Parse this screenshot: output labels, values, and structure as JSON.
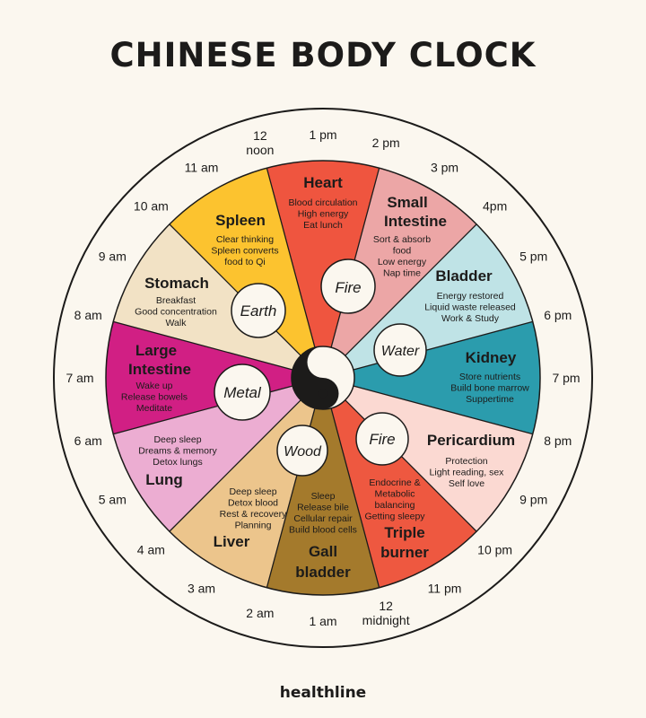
{
  "title": "CHINESE BODY CLOCK",
  "brand": "healthline",
  "colors": {
    "background": "#fbf7ef",
    "ink": "#1c1b1a",
    "heart": "#ef553f",
    "small_intestine": "#eca6a6",
    "bladder": "#bfe3e6",
    "kidney": "#2b9cad",
    "pericardium": "#fbd9d2",
    "triple_burner": "#ee5840",
    "gall_bladder": "#a47a2c",
    "liver": "#ecc58c",
    "lung": "#ecadd2",
    "large_intestine": "#d11f84",
    "stomach": "#f2e2c5",
    "spleen": "#fcc32f"
  },
  "elements": {
    "fire_upper": "Fire",
    "water": "Water",
    "fire_lower": "Fire",
    "wood": "Wood",
    "metal": "Metal",
    "earth": "Earth"
  },
  "time_labels": [
    {
      "lines": [
        "12",
        "noon"
      ]
    },
    {
      "lines": [
        "1 pm"
      ]
    },
    {
      "lines": [
        "2 pm"
      ]
    },
    {
      "lines": [
        "3 pm"
      ]
    },
    {
      "lines": [
        "4pm"
      ]
    },
    {
      "lines": [
        "5 pm"
      ]
    },
    {
      "lines": [
        "6 pm"
      ]
    },
    {
      "lines": [
        "7 pm"
      ]
    },
    {
      "lines": [
        "8 pm"
      ]
    },
    {
      "lines": [
        "9 pm"
      ]
    },
    {
      "lines": [
        "10 pm"
      ]
    },
    {
      "lines": [
        "11 pm"
      ]
    },
    {
      "lines": [
        "12",
        "midnight"
      ]
    },
    {
      "lines": [
        "1 am"
      ]
    },
    {
      "lines": [
        "2 am"
      ]
    },
    {
      "lines": [
        "3 am"
      ]
    },
    {
      "lines": [
        "4 am"
      ]
    },
    {
      "lines": [
        "5 am"
      ]
    },
    {
      "lines": [
        "6 am"
      ]
    },
    {
      "lines": [
        "7 am"
      ]
    },
    {
      "lines": [
        "8 am"
      ]
    },
    {
      "lines": [
        "9 am"
      ]
    },
    {
      "lines": [
        "10 am"
      ]
    },
    {
      "lines": [
        "11 am"
      ]
    }
  ],
  "organs": [
    {
      "key": "heart",
      "name_lines": [
        "Heart"
      ],
      "notes": [
        "Blood circulation",
        "High energy",
        "Eat lunch"
      ],
      "color_key": "heart"
    },
    {
      "key": "small_intestine",
      "name_lines": [
        "Small",
        "Intestine"
      ],
      "notes": [
        "Sort & absorb",
        "food",
        "Low energy",
        "Nap time"
      ],
      "color_key": "small_intestine"
    },
    {
      "key": "bladder",
      "name_lines": [
        "Bladder"
      ],
      "notes": [
        "Energy restored",
        "Liquid waste released",
        "Work & Study"
      ],
      "color_key": "bladder"
    },
    {
      "key": "kidney",
      "name_lines": [
        "Kidney"
      ],
      "notes": [
        "Store nutrients",
        "Build bone marrow",
        "Suppertime"
      ],
      "color_key": "kidney"
    },
    {
      "key": "pericardium",
      "name_lines": [
        "Pericardium"
      ],
      "notes": [
        "Protection",
        "Light reading, sex",
        "Self love"
      ],
      "color_key": "pericardium"
    },
    {
      "key": "triple_burner",
      "name_lines": [
        "Triple",
        "burner"
      ],
      "notes": [
        "Endocrine &",
        "Metabolic",
        "balancing",
        "Getting sleepy"
      ],
      "color_key": "triple_burner"
    },
    {
      "key": "gall_bladder",
      "name_lines": [
        "Gall",
        "bladder"
      ],
      "notes": [
        "Sleep",
        "Release bile",
        "Cellular repair",
        "Build blood cells"
      ],
      "color_key": "gall_bladder"
    },
    {
      "key": "liver",
      "name_lines": [
        "Liver"
      ],
      "notes": [
        "Deep sleep",
        "Detox blood",
        "Rest & recovery",
        "Planning"
      ],
      "color_key": "liver"
    },
    {
      "key": "lung",
      "name_lines": [
        "Lung"
      ],
      "notes": [
        "Deep sleep",
        "Dreams & memory",
        "Detox lungs"
      ],
      "color_key": "lung"
    },
    {
      "key": "large_intestine",
      "name_lines": [
        "Large",
        "Intestine"
      ],
      "notes": [
        "Wake up",
        "Release bowels",
        "Meditate"
      ],
      "color_key": "large_intestine"
    },
    {
      "key": "stomach",
      "name_lines": [
        "Stomach"
      ],
      "notes": [
        "Breakfast",
        "Good concentration",
        "Walk"
      ],
      "color_key": "stomach"
    },
    {
      "key": "spleen",
      "name_lines": [
        "Spleen"
      ],
      "notes": [
        "Clear thinking",
        "Spleen converts",
        "food to Qi"
      ],
      "color_key": "spleen"
    }
  ]
}
